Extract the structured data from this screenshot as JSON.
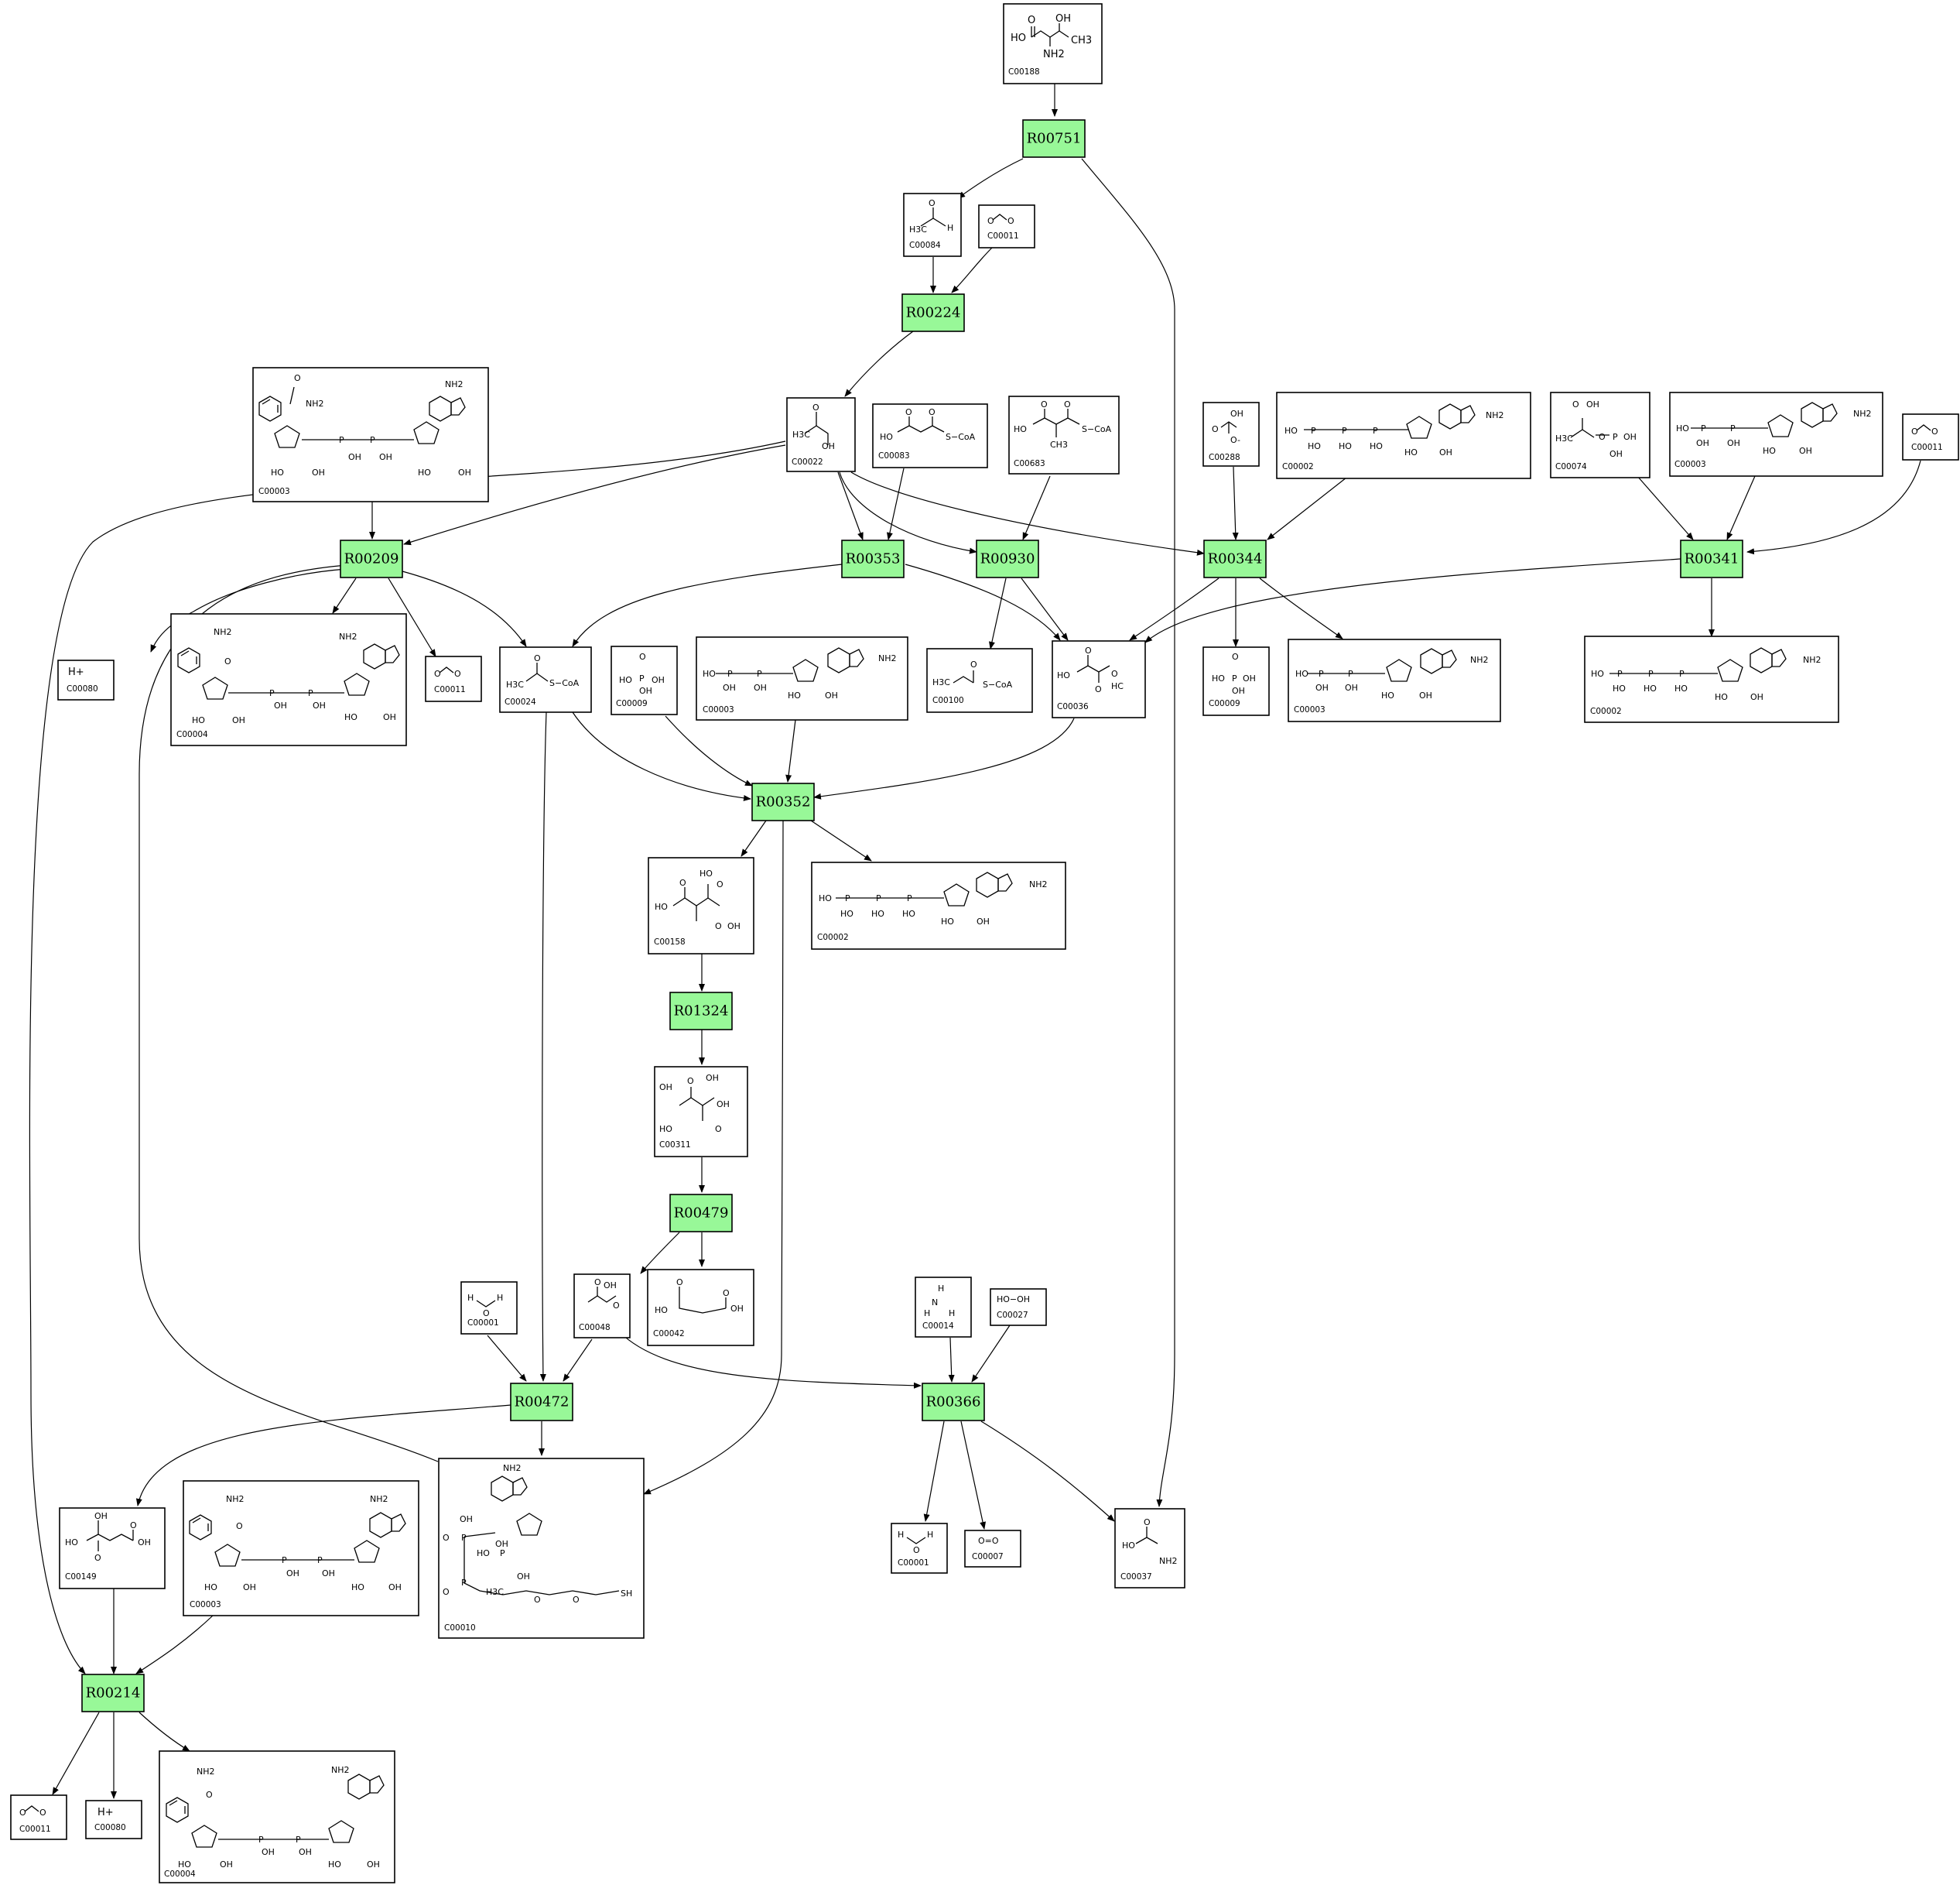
{
  "diagram": {
    "compounds": [
      {
        "id": "c188",
        "label": "C00188"
      },
      {
        "id": "c84",
        "label": "C00084"
      },
      {
        "id": "c11a",
        "label": "C00011"
      },
      {
        "id": "c3a",
        "label": "C00003"
      },
      {
        "id": "c22",
        "label": "C00022"
      },
      {
        "id": "c83",
        "label": "C00083"
      },
      {
        "id": "c683",
        "label": "C00683"
      },
      {
        "id": "c288",
        "label": "C00288"
      },
      {
        "id": "c2a",
        "label": "C00002"
      },
      {
        "id": "c74",
        "label": "C00074"
      },
      {
        "id": "c3b",
        "label": "C00003"
      },
      {
        "id": "c11b",
        "label": "C00011"
      },
      {
        "id": "c80a",
        "label": "C00080"
      },
      {
        "id": "c4a",
        "label": "C00004"
      },
      {
        "id": "c11c",
        "label": "C00011"
      },
      {
        "id": "c24",
        "label": "C00024"
      },
      {
        "id": "c9a",
        "label": "C00009"
      },
      {
        "id": "c3c",
        "label": "C00003"
      },
      {
        "id": "c100",
        "label": "C00100"
      },
      {
        "id": "c36",
        "label": "C00036"
      },
      {
        "id": "c9b",
        "label": "C00009"
      },
      {
        "id": "c3d",
        "label": "C00003"
      },
      {
        "id": "c2b",
        "label": "C00002"
      },
      {
        "id": "c158",
        "label": "C00158"
      },
      {
        "id": "c2c",
        "label": "C00002"
      },
      {
        "id": "c311",
        "label": "C00311"
      },
      {
        "id": "c1a",
        "label": "C00001"
      },
      {
        "id": "c48",
        "label": "C00048"
      },
      {
        "id": "c42",
        "label": "C00042"
      },
      {
        "id": "c14",
        "label": "C00014"
      },
      {
        "id": "c27",
        "label": "C00027"
      },
      {
        "id": "c149",
        "label": "C00149"
      },
      {
        "id": "c3e",
        "label": "C00003"
      },
      {
        "id": "c10",
        "label": "C00010"
      },
      {
        "id": "c1b",
        "label": "C00001"
      },
      {
        "id": "c7",
        "label": "C00007"
      },
      {
        "id": "c37",
        "label": "C00037"
      },
      {
        "id": "c11d",
        "label": "C00011"
      },
      {
        "id": "c80b",
        "label": "C00080"
      },
      {
        "id": "c4b",
        "label": "C00004"
      }
    ],
    "reactions": [
      {
        "id": "R00751",
        "label": "R00751"
      },
      {
        "id": "R00224",
        "label": "R00224"
      },
      {
        "id": "R00209",
        "label": "R00209"
      },
      {
        "id": "R00353",
        "label": "R00353"
      },
      {
        "id": "R00930",
        "label": "R00930"
      },
      {
        "id": "R00344",
        "label": "R00344"
      },
      {
        "id": "R00341",
        "label": "R00341"
      },
      {
        "id": "R00352",
        "label": "R00352"
      },
      {
        "id": "R01324",
        "label": "R01324"
      },
      {
        "id": "R00479",
        "label": "R00479"
      },
      {
        "id": "R00472",
        "label": "R00472"
      },
      {
        "id": "R00366",
        "label": "R00366"
      },
      {
        "id": "R00214",
        "label": "R00214"
      }
    ],
    "structure_text": {
      "oh": "OH",
      "ho": "HO",
      "nh2": "NH2",
      "ch3": "CH3",
      "h3c": "H3C",
      "o": "O",
      "p": "P",
      "n": "N",
      "h": "H",
      "scoa": "S−CoA",
      "sh": "SH",
      "hplus": "H+",
      "ominus": "O-",
      "hooh": "HO−OH",
      "oeqo": "O=O",
      "hc": "HC"
    }
  }
}
